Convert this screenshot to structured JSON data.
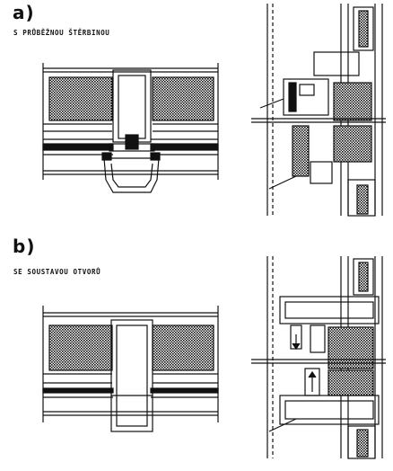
{
  "sections": [
    {
      "letter": "a)",
      "caption": "S PRŮBĚŽNOU ŠTĚRBINOU"
    },
    {
      "letter": "b)",
      "caption": "SE SOUSTAVOU OTVORŮ"
    }
  ],
  "colors": {
    "ink": "#111111",
    "paper": "#ffffff"
  }
}
